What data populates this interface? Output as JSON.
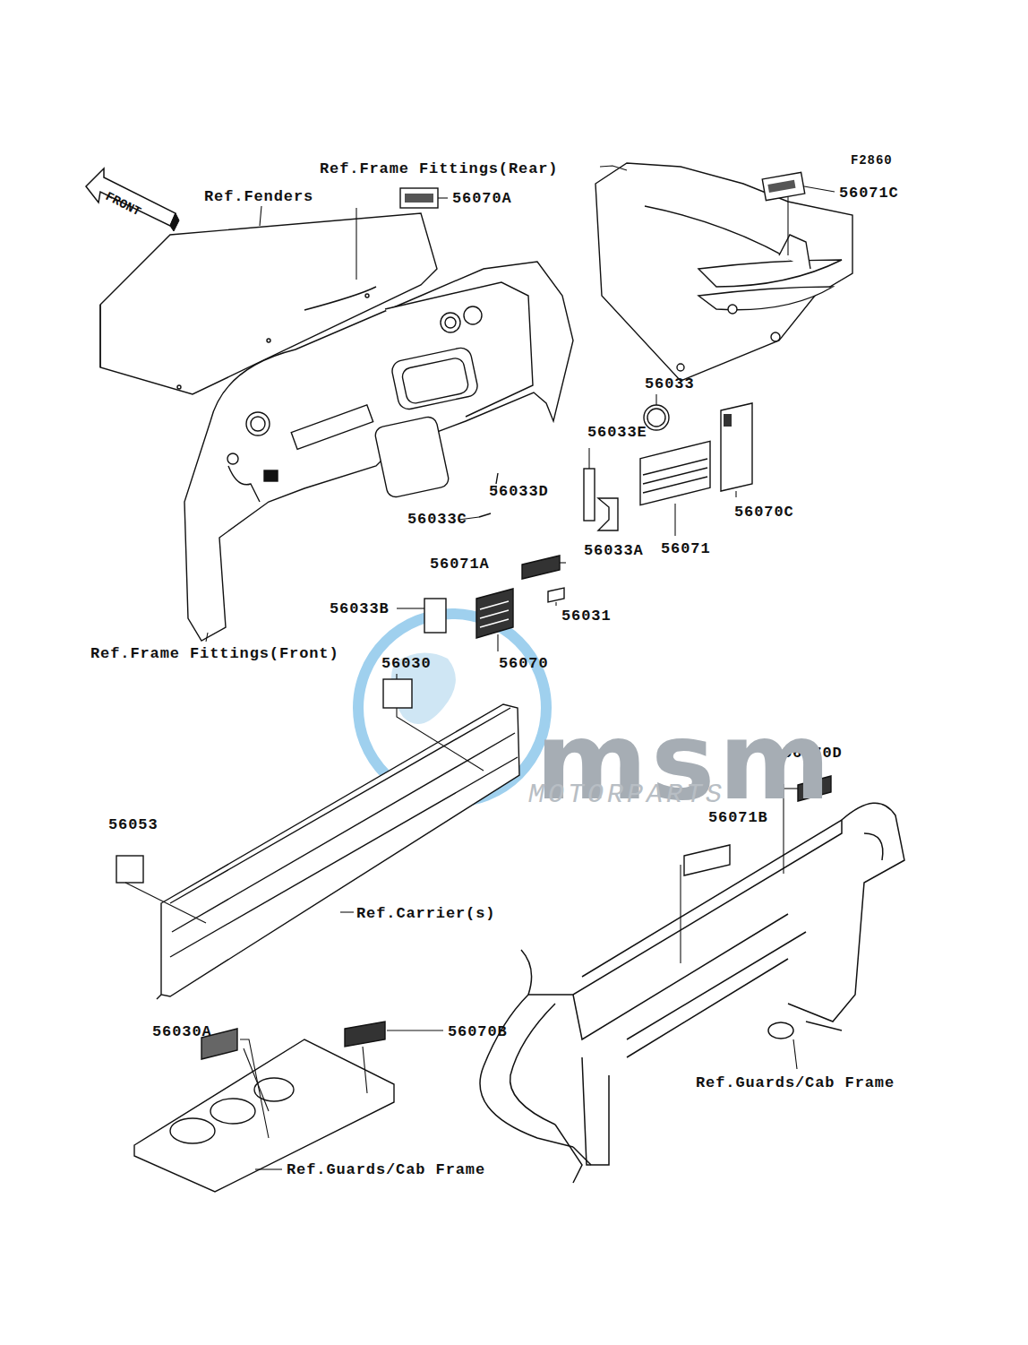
{
  "diagram": {
    "nodes": [
      {
        "text": [
          "FRONT"
        ]
      }
    ],
    "labels": [
      "F2860",
      "Ref.Frame Fittings(Rear)",
      "Ref.Fenders",
      "56070A",
      "56071C",
      "56033",
      "56033E",
      "56070C",
      "56033D",
      "56033C",
      "56033A",
      "56071",
      "56071A",
      "56031",
      "56033B",
      "56070",
      "Ref.Frame Fittings(Front)",
      "56030",
      "56070D",
      "56053",
      "56071B",
      "Ref.Carrier(s)",
      "56030A",
      "56070B",
      "Ref.Guards/Cab Frame",
      "Ref.Guards/Cab Frame",
      "msm",
      "MOTORPARTS"
    ]
  }
}
